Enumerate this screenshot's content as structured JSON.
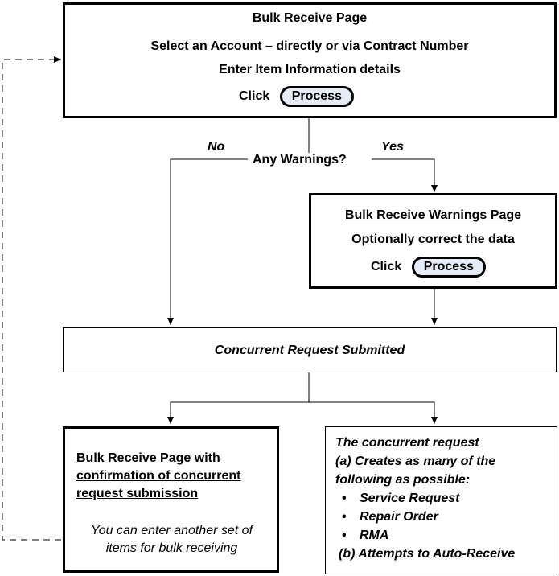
{
  "bulk_receive": {
    "title": "Bulk Receive Page",
    "line1": "Select an Account – directly or via Contract Number",
    "line2": "Enter Item Information details",
    "click_label": "Click",
    "button_label": "Process"
  },
  "decision": {
    "question": "Any Warnings?",
    "no_label": "No",
    "yes_label": "Yes"
  },
  "warnings_page": {
    "title": "Bulk Receive Warnings Page",
    "line1": "Optionally correct the data",
    "click_label": "Click",
    "button_label": "Process"
  },
  "concurrent": {
    "label": "Concurrent Request Submitted"
  },
  "confirmation": {
    "title": "Bulk Receive Page with confirmation of concurrent request submission",
    "note": "You can enter another set of items for bulk receiving"
  },
  "request_detail": {
    "heading": "The concurrent request",
    "part_a": "(a) Creates as many of the following as possible:",
    "items": [
      "Service Request",
      "Repair Order",
      "RMA"
    ],
    "part_b": "(b) Attempts to Auto-Receive"
  }
}
